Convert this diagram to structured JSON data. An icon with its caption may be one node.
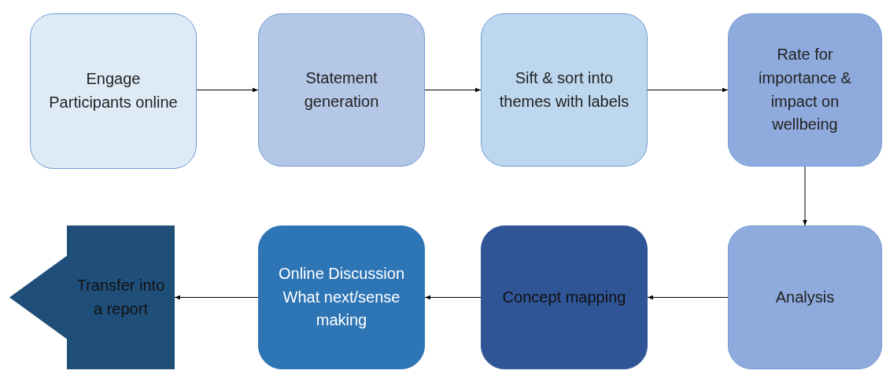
{
  "diagram": {
    "nodes": [
      {
        "text": [
          "Engage Participants online"
        ]
      },
      {
        "text": [
          "Statement generation"
        ]
      },
      {
        "text": [
          "Sift & sort into themes with labels"
        ]
      },
      {
        "text": [
          "Rate for importance & impact on wellbeing"
        ]
      },
      {
        "text": [
          "Analysis"
        ]
      },
      {
        "text": [
          "Concept mapping"
        ]
      },
      {
        "text": [
          "Online Discussion What next/sense making"
        ]
      },
      {
        "text": [
          "Transfer into a report"
        ]
      }
    ],
    "edges": [
      {
        "from": 0,
        "to": 1,
        "arrow": "to"
      },
      {
        "from": 1,
        "to": 2,
        "arrow": "to"
      },
      {
        "from": 2,
        "to": 3,
        "arrow": "to"
      },
      {
        "from": 3,
        "to": 4,
        "arrow": "to"
      },
      {
        "from": 4,
        "to": 5,
        "arrow": "to"
      },
      {
        "from": 5,
        "to": 6,
        "arrow": "to"
      },
      {
        "from": 6,
        "to": 7,
        "arrow": "to"
      }
    ]
  }
}
